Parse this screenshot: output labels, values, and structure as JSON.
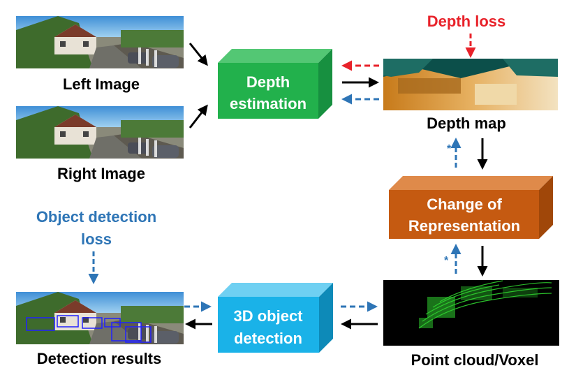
{
  "labels": {
    "left_image": "Left Image",
    "right_image": "Right Image",
    "depth_estimation_line1": "Depth",
    "depth_estimation_line2": "estimation",
    "depth_loss": "Depth loss",
    "depth_map": "Depth map",
    "change_line1": "Change of",
    "change_line2": "Representation",
    "object_loss_line1": "Object detection",
    "object_loss_line2": "loss",
    "detection_line1": "3D object",
    "detection_line2": "detection",
    "detection_results": "Detection results",
    "point_cloud": "Point cloud/Voxel",
    "star_upper": "*",
    "star_lower": "*"
  },
  "colors": {
    "depth_box": "#22b14c",
    "change_box": "#c55a11",
    "detection_box": "#1ab2e8",
    "loss_red": "#e8222a",
    "loss_blue": "#2e75b6",
    "arrow_black": "#000000"
  },
  "icons": {
    "left_image": "street-photo",
    "right_image": "street-photo",
    "depth_map": "depth-map-image",
    "point_cloud": "point-cloud-image",
    "detection_results": "street-photo-with-boxes"
  }
}
